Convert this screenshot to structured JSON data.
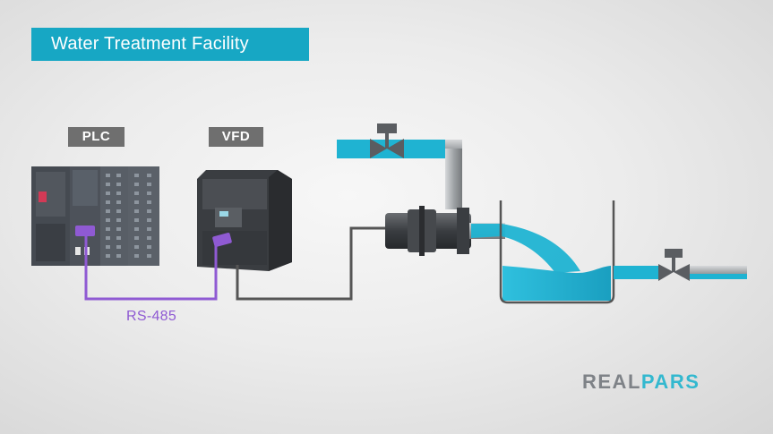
{
  "title": "Water Treatment Facility",
  "labels": {
    "plc": "PLC",
    "vfd": "VFD",
    "protocol": "RS-485"
  },
  "brand": {
    "part1": "REAL",
    "part2": "PARS"
  },
  "colors": {
    "banner": "#17a7c4",
    "water": "#1fb3d2",
    "rs485_cable": "#8f5ad3",
    "motor_cable": "#555555",
    "device_body": "#414448"
  }
}
